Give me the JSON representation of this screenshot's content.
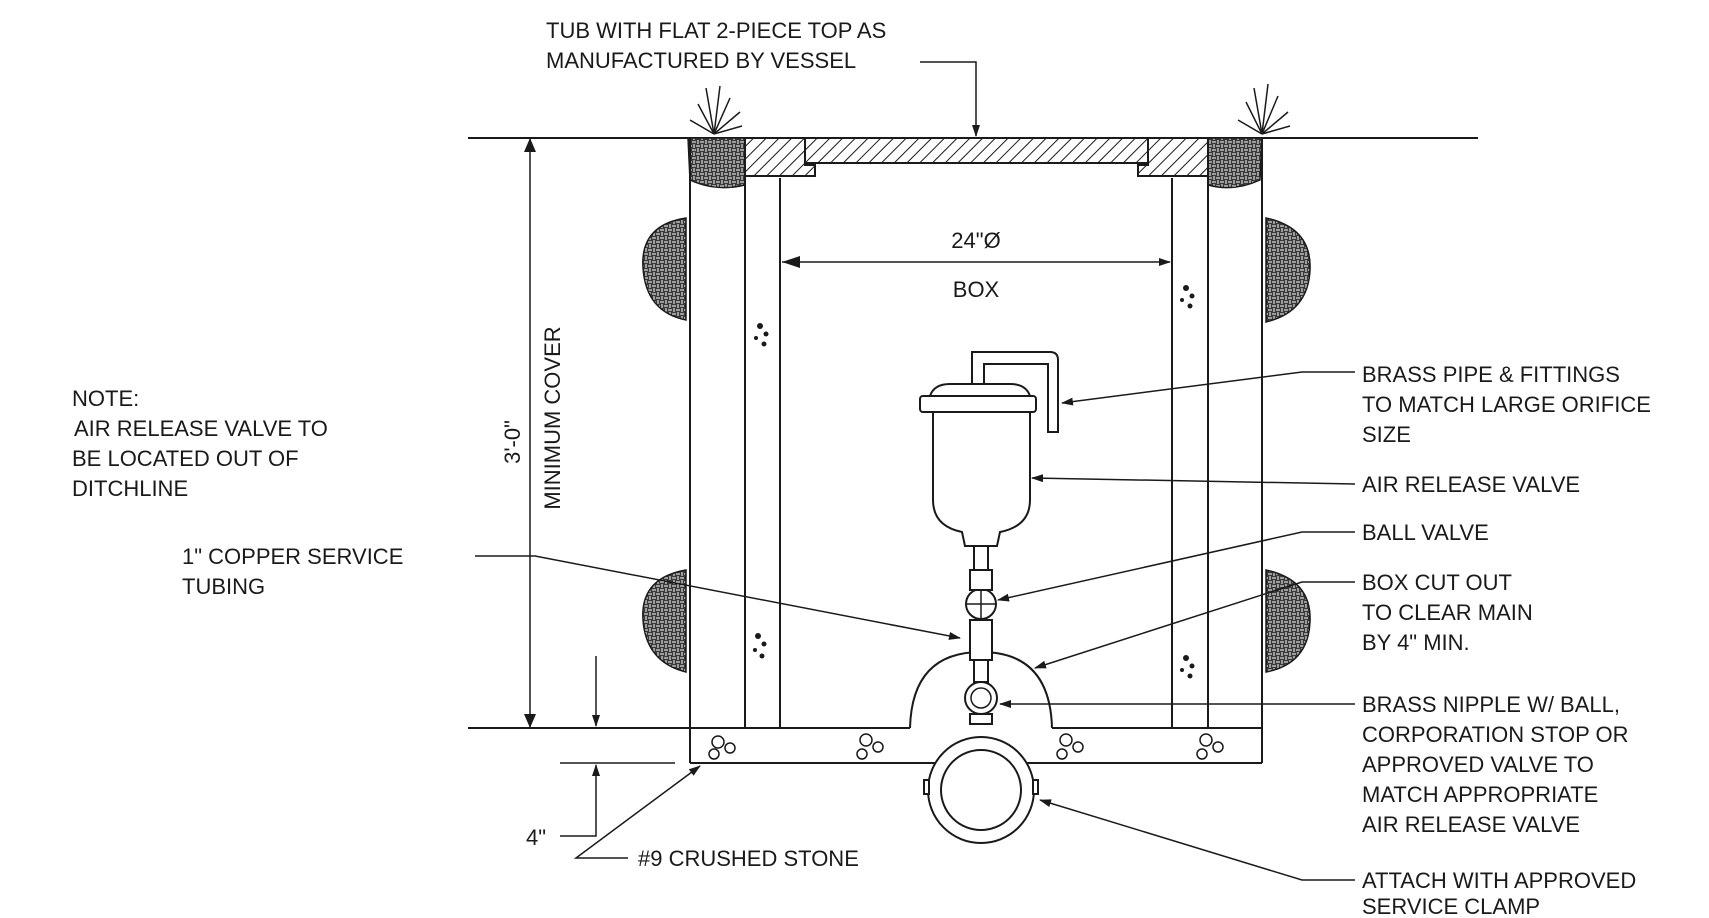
{
  "labels": {
    "top_callout": [
      "TUB WITH FLAT 2-PIECE TOP AS",
      "MANUFACTURED BY VESSEL"
    ],
    "box_diameter": "24\"Ø",
    "box": "BOX",
    "cover_depth": "3'-0\"",
    "cover": "MINIMUM COVER",
    "note": [
      "NOTE:",
      "AIR RELEASE VALVE TO",
      "BE LOCATED OUT OF",
      "DITCHLINE"
    ],
    "copper": [
      "1\" COPPER SERVICE",
      "TUBING"
    ],
    "stone_depth": "4\"",
    "stone": "#9 CRUSHED STONE",
    "brass_pipe": [
      "BRASS PIPE & FITTINGS",
      "TO MATCH LARGE ORIFICE",
      "SIZE"
    ],
    "arv": "AIR RELEASE VALVE",
    "ball_valve": "BALL VALVE",
    "cutout": [
      "BOX CUT OUT",
      "TO CLEAR MAIN",
      "BY 4\" MIN."
    ],
    "nipple": [
      "BRASS NIPPLE W/ BALL,",
      "CORPORATION STOP OR",
      "APPROVED VALVE TO",
      "MATCH APPROPRIATE",
      "AIR RELEASE VALVE"
    ],
    "clamp": [
      "ATTACH WITH APPROVED",
      "SERVICE CLAMP"
    ]
  }
}
